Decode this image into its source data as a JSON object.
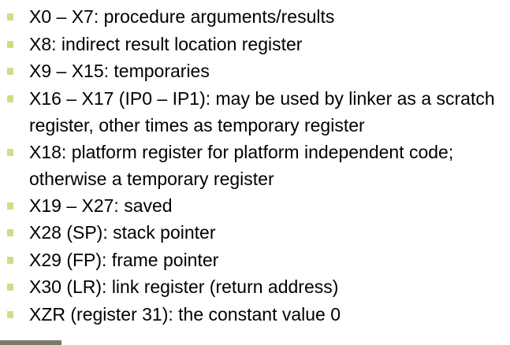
{
  "colors": {
    "bullet": "#d6d98a",
    "text": "#000000",
    "bottom_rule": "#7a7a6a"
  },
  "bullets": [
    {
      "text": "X0 – X7: procedure arguments/results"
    },
    {
      "text": "X8: indirect result location register"
    },
    {
      "text": "X9 – X15: temporaries"
    },
    {
      "text": "X16 – X17 (IP0 – IP1): may be used by linker as a scratch register, other times as temporary register"
    },
    {
      "text": "X18:  platform register for platform independent code; otherwise a temporary register"
    },
    {
      "text": "X19 – X27: saved"
    },
    {
      "text": "X28 (SP): stack pointer"
    },
    {
      "text": "X29 (FP): frame pointer"
    },
    {
      "text": "X30 (LR): link register (return address)"
    },
    {
      "text": "XZR (register 31): the constant value 0"
    }
  ]
}
